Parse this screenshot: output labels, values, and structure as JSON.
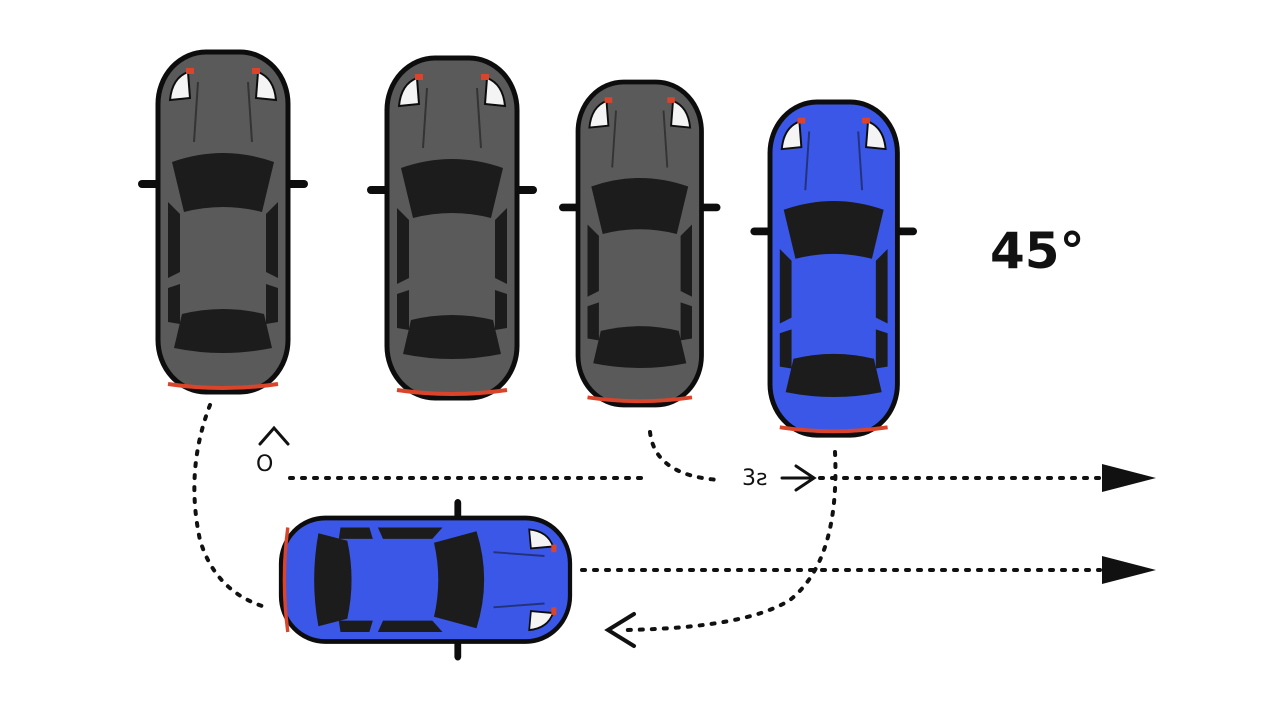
{
  "diagram": {
    "angle_label": "45°",
    "marker_start": "O",
    "marker_mid": "3ƨ",
    "colors": {
      "parked_car": "#5a5a5a",
      "highlight_car": "#3a57e8",
      "window": "#1c1c1c",
      "outline": "#0d0d0d",
      "taillight": "#d9442a",
      "path": "#111111"
    },
    "parked_cars": [
      {
        "id": "car-1",
        "color": "gray"
      },
      {
        "id": "car-2",
        "color": "gray"
      },
      {
        "id": "car-3",
        "color": "gray"
      },
      {
        "id": "car-4",
        "color": "blue"
      }
    ],
    "moving_car": {
      "color": "blue"
    }
  }
}
